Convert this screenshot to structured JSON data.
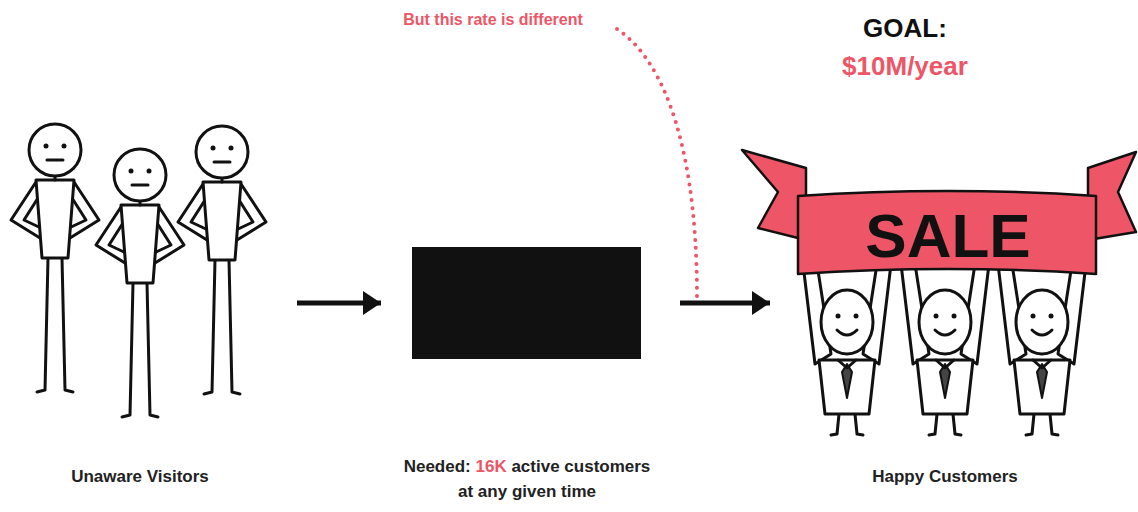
{
  "diagram": {
    "nodes": [
      {
        "text": [
          "Unaware Visitors"
        ]
      },
      {
        "text": [
          "Needed: 16K active customers at any given time"
        ]
      },
      {
        "text": [
          "Happy Customers"
        ]
      }
    ],
    "edges": [
      {
        "from": 0,
        "to": 1,
        "arrow": "to"
      },
      {
        "from": 1,
        "to": 2,
        "arrow": "to"
      }
    ],
    "labels": [
      "But this rate is different",
      "GOAL:",
      "$10M/year",
      "SALE"
    ]
  }
}
